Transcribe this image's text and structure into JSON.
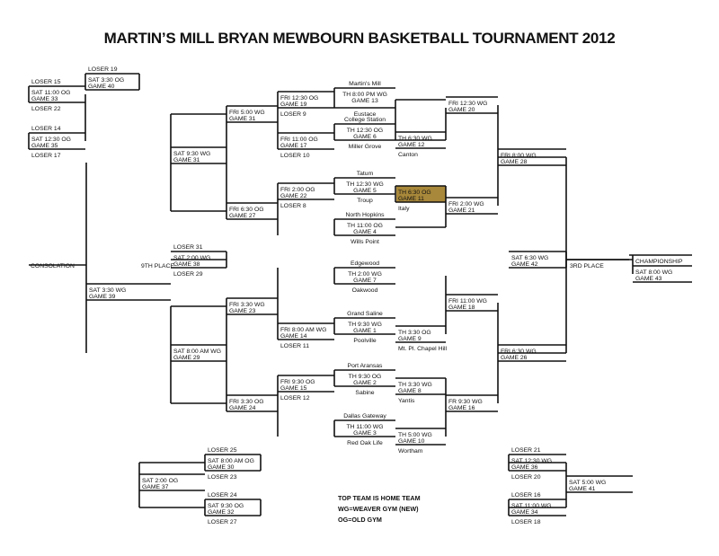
{
  "title": "MARTIN’S MILL BRYAN MEWBOURN  BASKETBALL TOURNAMENT 2012",
  "highlight_color": "#a8883a",
  "legend": [
    "TOP TEAM IS HOME TEAM",
    "WG=WEAVER GYM (NEW)",
    "OG=OLD GYM"
  ],
  "games": [
    {
      "name": "game-13",
      "top": "Martin's Mill",
      "lines": [
        "TH 8:00 PM WG",
        "GAME 13"
      ],
      "bottom": "Eustace"
    },
    {
      "name": "game-6",
      "top": "College Station",
      "lines": [
        "TH 12:30 OG",
        "GAME 6"
      ],
      "bottom": "Miller Grove"
    },
    {
      "name": "game-5",
      "top": "Tatum",
      "lines": [
        "TH 12:30 WG",
        "GAME 5"
      ],
      "bottom": "Troup"
    },
    {
      "name": "game-4",
      "top": "North Hopkins",
      "lines": [
        "TH 11:00 OG",
        "GAME 4"
      ],
      "bottom": "Wills Point"
    },
    {
      "name": "game-7",
      "top": "Edgewood",
      "lines": [
        "TH 2:00 WG",
        "GAME 7"
      ],
      "bottom": "Oakwood"
    },
    {
      "name": "game-1",
      "top": "Grand Saline",
      "lines": [
        "TH 9:30 WG",
        "GAME 1"
      ],
      "bottom": "Poolville"
    },
    {
      "name": "game-2",
      "top": "Port Aransas",
      "lines": [
        "TH 9:30 OG",
        "GAME 2"
      ],
      "bottom": "Sabine"
    },
    {
      "name": "game-3",
      "top": "Dallas Gateway",
      "lines": [
        "TH 11:00 WG",
        "GAME 3"
      ],
      "bottom": "Red Oak Life"
    },
    {
      "name": "game-12",
      "top": "",
      "lines": [
        "TH 6:30 WG",
        "GAME 12"
      ],
      "bottom": "Canton"
    },
    {
      "name": "game-11",
      "top": "",
      "lines": [
        "TH 6:30 OG",
        "GAME 11"
      ],
      "bottom": "Italy",
      "highlight": true
    },
    {
      "name": "game-9",
      "top": "",
      "lines": [
        "TH 3:30 OG",
        "GAME 9"
      ],
      "bottom": "Mt. Pl. Chapel Hill"
    },
    {
      "name": "game-8",
      "top": "",
      "lines": [
        "TH 3:30 WG",
        "GAME 8"
      ],
      "bottom": "Yantis"
    },
    {
      "name": "game-10",
      "top": "",
      "lines": [
        "TH 5:00 WG",
        "GAME 10"
      ],
      "bottom": "Wortham"
    },
    {
      "name": "game-19",
      "top": "",
      "lines": [
        "FRI 12:30 OG",
        "GAME 19"
      ],
      "bottom": "LOSER 9"
    },
    {
      "name": "game-17",
      "top": "",
      "lines": [
        "FRI 11:00 OG",
        "GAME 17"
      ],
      "bottom": "LOSER 10"
    },
    {
      "name": "game-22",
      "top": "",
      "lines": [
        "FRI 2:00 OG",
        "GAME 22"
      ],
      "bottom": "LOSER 8"
    },
    {
      "name": "game-14",
      "top": "",
      "lines": [
        "FRI 8:00 AM WG",
        "GAME 14"
      ],
      "bottom": "LOSER 11"
    },
    {
      "name": "game-15",
      "top": "",
      "lines": [
        "FRI 9:30 OG",
        "GAME 15"
      ],
      "bottom": "LOSER 12"
    },
    {
      "name": "game-31",
      "top": "",
      "lines": [
        "FRI 5:00 WG",
        "GAME 31"
      ],
      "bottom": ""
    },
    {
      "name": "game-27",
      "top": "",
      "lines": [
        "FRI 6:30 OG",
        "GAME 27"
      ],
      "bottom": ""
    },
    {
      "name": "game-23",
      "top": "",
      "lines": [
        "FRI 3:30 WG",
        "GAME 23"
      ],
      "bottom": ""
    },
    {
      "name": "game-24",
      "top": "",
      "lines": [
        "FRI 3:30 OG",
        "GAME 24"
      ],
      "bottom": ""
    },
    {
      "name": "game-31-sat",
      "top": "",
      "lines": [
        "SAT 9:30 WG",
        "GAME 31"
      ],
      "bottom": ""
    },
    {
      "name": "game-29",
      "top": "",
      "lines": [
        "SAT 8:00 AM WG",
        "GAME 29"
      ],
      "bottom": ""
    },
    {
      "name": "game-39",
      "top": "",
      "lines": [
        "SAT 3:30 WG",
        "GAME 39"
      ],
      "bottom": ""
    },
    {
      "name": "game-20",
      "top": "",
      "lines": [
        "FRI 12:30 WG",
        "GAME 20"
      ],
      "bottom": ""
    },
    {
      "name": "game-21",
      "top": "",
      "lines": [
        "FRI 2:00 WG",
        "GAME 21"
      ],
      "bottom": ""
    },
    {
      "name": "game-18",
      "top": "",
      "lines": [
        "FRI 11:00 WG",
        "GAME 18"
      ],
      "bottom": ""
    },
    {
      "name": "game-16",
      "top": "",
      "lines": [
        "FR 9:30 WG",
        "GAME 16"
      ],
      "bottom": ""
    },
    {
      "name": "game-28",
      "top": "",
      "lines": [
        "FRI 8:00 WG",
        "GAME 28"
      ],
      "bottom": ""
    },
    {
      "name": "game-26",
      "top": "",
      "lines": [
        "FRI 6:30 WG",
        "GAME 26"
      ],
      "bottom": ""
    },
    {
      "name": "game-43",
      "top": "CHAMPIONSHIP",
      "lines": [
        "SAT 8:00 WG",
        "GAME 43"
      ],
      "bottom": ""
    },
    {
      "name": "game-40",
      "top": "LOSER 19",
      "lines": [
        "SAT 3:30 OG",
        "GAME 40"
      ],
      "bottom": ""
    },
    {
      "name": "game-33",
      "top": "LOSER 15",
      "lines": [
        "SAT 11:00 OG",
        "GAME 33"
      ],
      "bottom": "LOSER 22"
    },
    {
      "name": "game-35",
      "top": "LOSER 14",
      "lines": [
        "SAT 12:30 OG",
        "GAME 35"
      ],
      "bottom": "LOSER 17"
    },
    {
      "name": "game-38",
      "top": "LOSER 31",
      "lines": [
        "SAT 2:00 WG",
        "GAME 38"
      ],
      "bottom": "LOSER 29"
    },
    {
      "name": "game-42",
      "top": "",
      "lines": [
        "SAT 6:30 WG",
        "GAME 42"
      ],
      "bottom": ""
    },
    {
      "name": "game-30",
      "top": "LOSER 25",
      "lines": [
        "SAT 8:00 AM OG",
        "GAME 30"
      ],
      "bottom": "LOSER 23"
    },
    {
      "name": "game-32",
      "top": "LOSER 24",
      "lines": [
        "SAT 9:30 OG",
        "GAME 32"
      ],
      "bottom": "LOSER 27"
    },
    {
      "name": "game-37",
      "top": "",
      "lines": [
        "SAT 2:00 OG",
        "GAME 37"
      ],
      "bottom": ""
    },
    {
      "name": "game-36",
      "top": "LOSER 21",
      "lines": [
        "SAT 12:30 WG",
        "GAME 36"
      ],
      "bottom": "LOSER 20"
    },
    {
      "name": "game-34",
      "top": "LOSER 16",
      "lines": [
        "SAT 11:00 WG",
        "GAME 34"
      ],
      "bottom": "LOSER 18"
    },
    {
      "name": "game-41",
      "top": "",
      "lines": [
        "SAT 5:00 WG",
        "GAME 41"
      ],
      "bottom": ""
    }
  ],
  "side_labels": {
    "consolation": "CONSOLATION",
    "ninth_place": "9TH PLACE",
    "third_place": "3RD PLACE"
  }
}
